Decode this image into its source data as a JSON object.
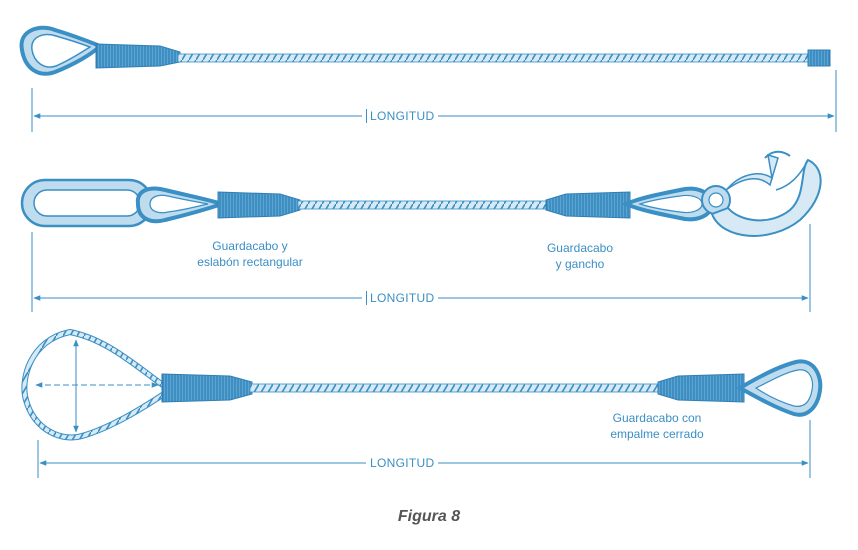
{
  "colors": {
    "ink": "#3a8fc4",
    "dark": "#2f7fb5",
    "light": "#bfdcef",
    "caption": "#555555"
  },
  "diagrams": [
    {
      "length_label": "LONGITUD"
    },
    {
      "length_label": "LONGITUD",
      "note_left": [
        "Guardacabo y",
        "eslabón rectangular"
      ],
      "note_right": [
        "Guardacabo",
        "y  gancho"
      ]
    },
    {
      "length_label": "LONGITUD",
      "note_right": [
        "Guardacabo con",
        "empalme cerrado"
      ]
    }
  ],
  "caption": "Figura 8"
}
